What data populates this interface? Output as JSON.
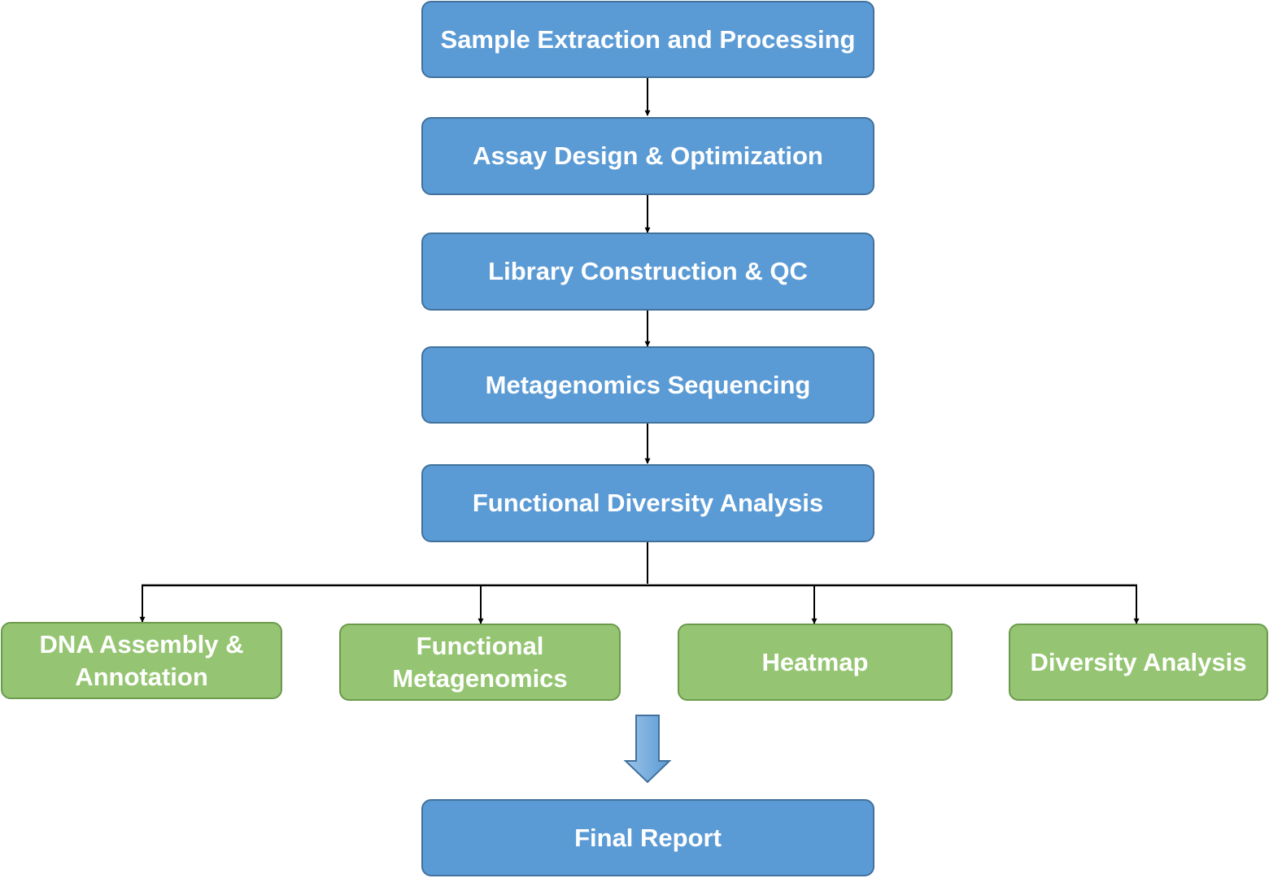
{
  "flowchart": {
    "main_steps": [
      {
        "id": "sample",
        "label": "Sample Extraction and Processing"
      },
      {
        "id": "assay",
        "label": "Assay Design & Optimization"
      },
      {
        "id": "library",
        "label": "Library Construction & QC"
      },
      {
        "id": "sequencing",
        "label": "Metagenomics Sequencing"
      },
      {
        "id": "functional-diversity",
        "label": "Functional Diversity Analysis"
      }
    ],
    "branches": [
      {
        "id": "dna-assembly",
        "label": "DNA Assembly & Annotation"
      },
      {
        "id": "functional-metagenomics",
        "label": "Functional Metagenomics"
      },
      {
        "id": "heatmap",
        "label": "Heatmap"
      },
      {
        "id": "diversity",
        "label": "Diversity Analysis"
      }
    ],
    "final": {
      "id": "final-report",
      "label": "Final Report"
    },
    "edges": [
      [
        "sample",
        "assay"
      ],
      [
        "assay",
        "library"
      ],
      [
        "library",
        "sequencing"
      ],
      [
        "sequencing",
        "functional-diversity"
      ],
      [
        "functional-diversity",
        "dna-assembly"
      ],
      [
        "functional-diversity",
        "functional-metagenomics"
      ],
      [
        "functional-diversity",
        "heatmap"
      ],
      [
        "functional-diversity",
        "diversity"
      ],
      [
        "branches",
        "final-report"
      ]
    ],
    "colors": {
      "step_fill": "#5b9bd5",
      "step_border": "#41719c",
      "branch_fill": "#95c572",
      "branch_border": "#6b9a4c",
      "text": "#ffffff",
      "connector": "#000000"
    }
  }
}
